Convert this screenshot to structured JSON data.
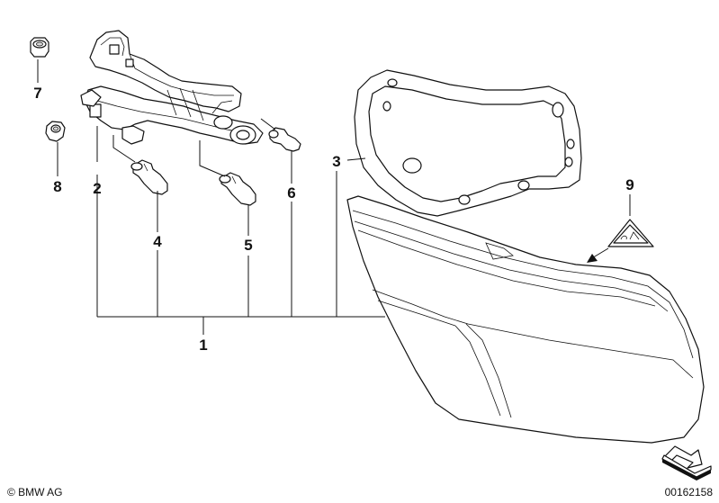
{
  "callouts": {
    "c1": "1",
    "c2": "2",
    "c3": "3",
    "c4": "4",
    "c5": "5",
    "c6": "6",
    "c7": "7",
    "c8": "8",
    "c9": "9"
  },
  "footer": {
    "copyright": "© BMW AG",
    "diagram_number": "00162158"
  },
  "icons": {
    "orientation": "orientation-arrow-icon",
    "warning_label": "warning-triangle-icon"
  }
}
